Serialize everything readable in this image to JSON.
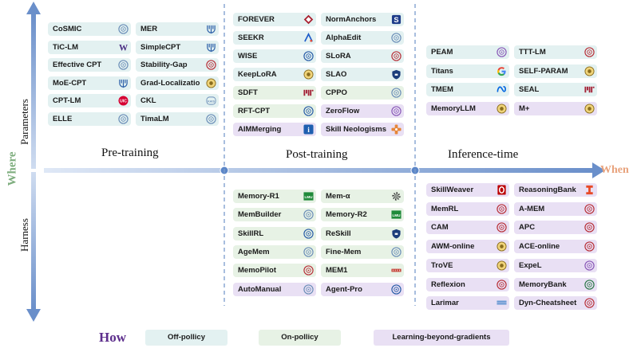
{
  "axes": {
    "vertical_title": "Where",
    "horizontal_title": "When",
    "upper_region": "Parameters",
    "lower_region": "Harness",
    "stages": [
      "Pre-training",
      "Post-training",
      "Inference-time"
    ]
  },
  "legend": {
    "title": "How",
    "items": [
      {
        "label": "Off-pollicy",
        "color": "#e3f1f1"
      },
      {
        "label": "On-pollicy",
        "color": "#e7f2e5"
      },
      {
        "label": "Learning-beyond-gradients",
        "color": "#e9e0f4"
      }
    ]
  },
  "colors": {
    "axis_blue": "#6a8fca",
    "where_green": "#7fae7f",
    "when_orange": "#e8a27c",
    "how_purple": "#5d2e8c",
    "divider": "#7a9ccc"
  },
  "panels": {
    "pretraining_parameters": [
      [
        {
          "name": "CoSMIC",
          "type": "off",
          "logo": "seal-icon"
        },
        {
          "name": "MER",
          "type": "off",
          "logo": "trident-icon"
        }
      ],
      [
        {
          "name": "TiC-LM",
          "type": "off",
          "logo": "w-logo-icon"
        },
        {
          "name": "SimpleCPT",
          "type": "off",
          "logo": "trident-icon"
        }
      ],
      [
        {
          "name": "Effective CPT",
          "type": "off",
          "logo": "seal-icon"
        },
        {
          "name": "Stability-Gap",
          "type": "off",
          "logo": "red-seal-icon"
        }
      ],
      [
        {
          "name": "MoE-CPT",
          "type": "off",
          "logo": "trident-icon"
        },
        {
          "name": "Grad-Localizatio",
          "type": "off",
          "logo": "gold-seal-icon"
        }
      ],
      [
        {
          "name": "CPT-LM",
          "type": "off",
          "logo": "uic-logo-icon"
        },
        {
          "name": "CKL",
          "type": "off",
          "logo": "badge-icon"
        }
      ],
      [
        {
          "name": "ELLE",
          "type": "off",
          "logo": "seal-icon"
        },
        {
          "name": "TimaLM",
          "type": "off",
          "logo": "seal-icon"
        }
      ]
    ],
    "posttraining_parameters": [
      [
        {
          "name": "FOREVER",
          "type": "off",
          "logo": "diamond-logo-icon"
        },
        {
          "name": "NormAnchors",
          "type": "off",
          "logo": "s-logo-icon"
        }
      ],
      [
        {
          "name": "SEEKR",
          "type": "off",
          "logo": "a-logo-icon"
        },
        {
          "name": "AlphaEdit",
          "type": "off",
          "logo": "seal-icon"
        }
      ],
      [
        {
          "name": "WISE",
          "type": "off",
          "logo": "blue-seal-icon"
        },
        {
          "name": "SLoRA",
          "type": "off",
          "logo": "red-seal-icon"
        }
      ],
      [
        {
          "name": "KeepLoRA",
          "type": "off",
          "logo": "gold-seal-icon"
        },
        {
          "name": "SLAO",
          "type": "off",
          "logo": "shield-icon"
        }
      ],
      [
        {
          "name": "SDFT",
          "type": "on",
          "logo": "mit-logo-icon"
        },
        {
          "name": "CPPO",
          "type": "on",
          "logo": "seal-icon"
        }
      ],
      [
        {
          "name": "RFT-CPT",
          "type": "on",
          "logo": "blue-seal-icon"
        },
        {
          "name": "ZeroFlow",
          "type": "lbg",
          "logo": "purple-seal-icon"
        }
      ],
      [
        {
          "name": "AIMMerging",
          "type": "lbg",
          "logo": "i-logo-icon"
        },
        {
          "name": "Skill Neologisms",
          "type": "lbg",
          "logo": "cross-logo-icon"
        }
      ]
    ],
    "inference_parameters": [
      [
        {
          "name": "PEAM",
          "type": "off",
          "logo": "purple-seal-icon"
        },
        {
          "name": "TTT-LM",
          "type": "off",
          "logo": "red-seal-icon"
        }
      ],
      [
        {
          "name": "Titans",
          "type": "off",
          "logo": "google-logo-icon"
        },
        {
          "name": "SELF-PARAM",
          "type": "off",
          "logo": "gold-seal-icon"
        }
      ],
      [
        {
          "name": "TMEM",
          "type": "off",
          "logo": "meta-logo-icon"
        },
        {
          "name": "SEAL",
          "type": "off",
          "logo": "mit-logo-icon"
        }
      ],
      [
        {
          "name": "MemoryLLM",
          "type": "lbg",
          "logo": "gold-seal-icon"
        },
        {
          "name": "M+",
          "type": "lbg",
          "logo": "gold-seal-icon"
        }
      ]
    ],
    "posttraining_harness": [
      [
        {
          "name": "Memory-R1",
          "type": "on",
          "logo": "lmu-logo-icon"
        },
        {
          "name": "Mem-α",
          "type": "on",
          "logo": "spiral-icon"
        }
      ],
      [
        {
          "name": "MemBuilder",
          "type": "on",
          "logo": "seal-icon"
        },
        {
          "name": "Memory-R2",
          "type": "on",
          "logo": "lmu-logo-icon"
        }
      ],
      [
        {
          "name": "SkillRL",
          "type": "on",
          "logo": "blue-seal-icon"
        },
        {
          "name": "ReSkill",
          "type": "on",
          "logo": "shield-icon"
        }
      ],
      [
        {
          "name": "AgeMem",
          "type": "on",
          "logo": "seal-icon"
        },
        {
          "name": "Fine-Mem",
          "type": "on",
          "logo": "seal-icon"
        }
      ],
      [
        {
          "name": "MemoPilot",
          "type": "on",
          "logo": "red-seal-icon"
        },
        {
          "name": "MEM1",
          "type": "on",
          "logo": "bar-logo-icon"
        }
      ],
      [
        {
          "name": "AutoManual",
          "type": "lbg",
          "logo": "seal-icon"
        },
        {
          "name": "Agent-Pro",
          "type": "lbg",
          "logo": "blue-seal-icon"
        }
      ]
    ],
    "inference_harness": [
      [
        {
          "name": "SkillWeaver",
          "type": "lbg",
          "logo": "o-logo-icon"
        },
        {
          "name": "ReasoningBank",
          "type": "lbg",
          "logo": "illinois-logo-icon"
        }
      ],
      [
        {
          "name": "MemRL",
          "type": "lbg",
          "logo": "red-seal-icon"
        },
        {
          "name": "A-MEM",
          "type": "lbg",
          "logo": "red-seal-icon"
        }
      ],
      [
        {
          "name": "CAM",
          "type": "lbg",
          "logo": "red-seal-icon"
        },
        {
          "name": "APC",
          "type": "lbg",
          "logo": "red-seal-icon"
        }
      ],
      [
        {
          "name": "AWM-online",
          "type": "lbg",
          "logo": "gold-seal-icon"
        },
        {
          "name": "ACE-online",
          "type": "lbg",
          "logo": "red-seal-icon"
        }
      ],
      [
        {
          "name": "TroVE",
          "type": "lbg",
          "logo": "gold-seal-icon"
        },
        {
          "name": "ExpeL",
          "type": "lbg",
          "logo": "purple-seal-icon"
        }
      ],
      [
        {
          "name": "Reflexion",
          "type": "lbg",
          "logo": "red-seal-icon"
        },
        {
          "name": "MemoryBank",
          "type": "lbg",
          "logo": "green-seal-icon"
        }
      ],
      [
        {
          "name": "Larimar",
          "type": "lbg",
          "logo": "ibm-logo-icon"
        },
        {
          "name": "Dyn-Cheatsheet",
          "type": "lbg",
          "logo": "red-seal-icon"
        }
      ]
    ]
  }
}
